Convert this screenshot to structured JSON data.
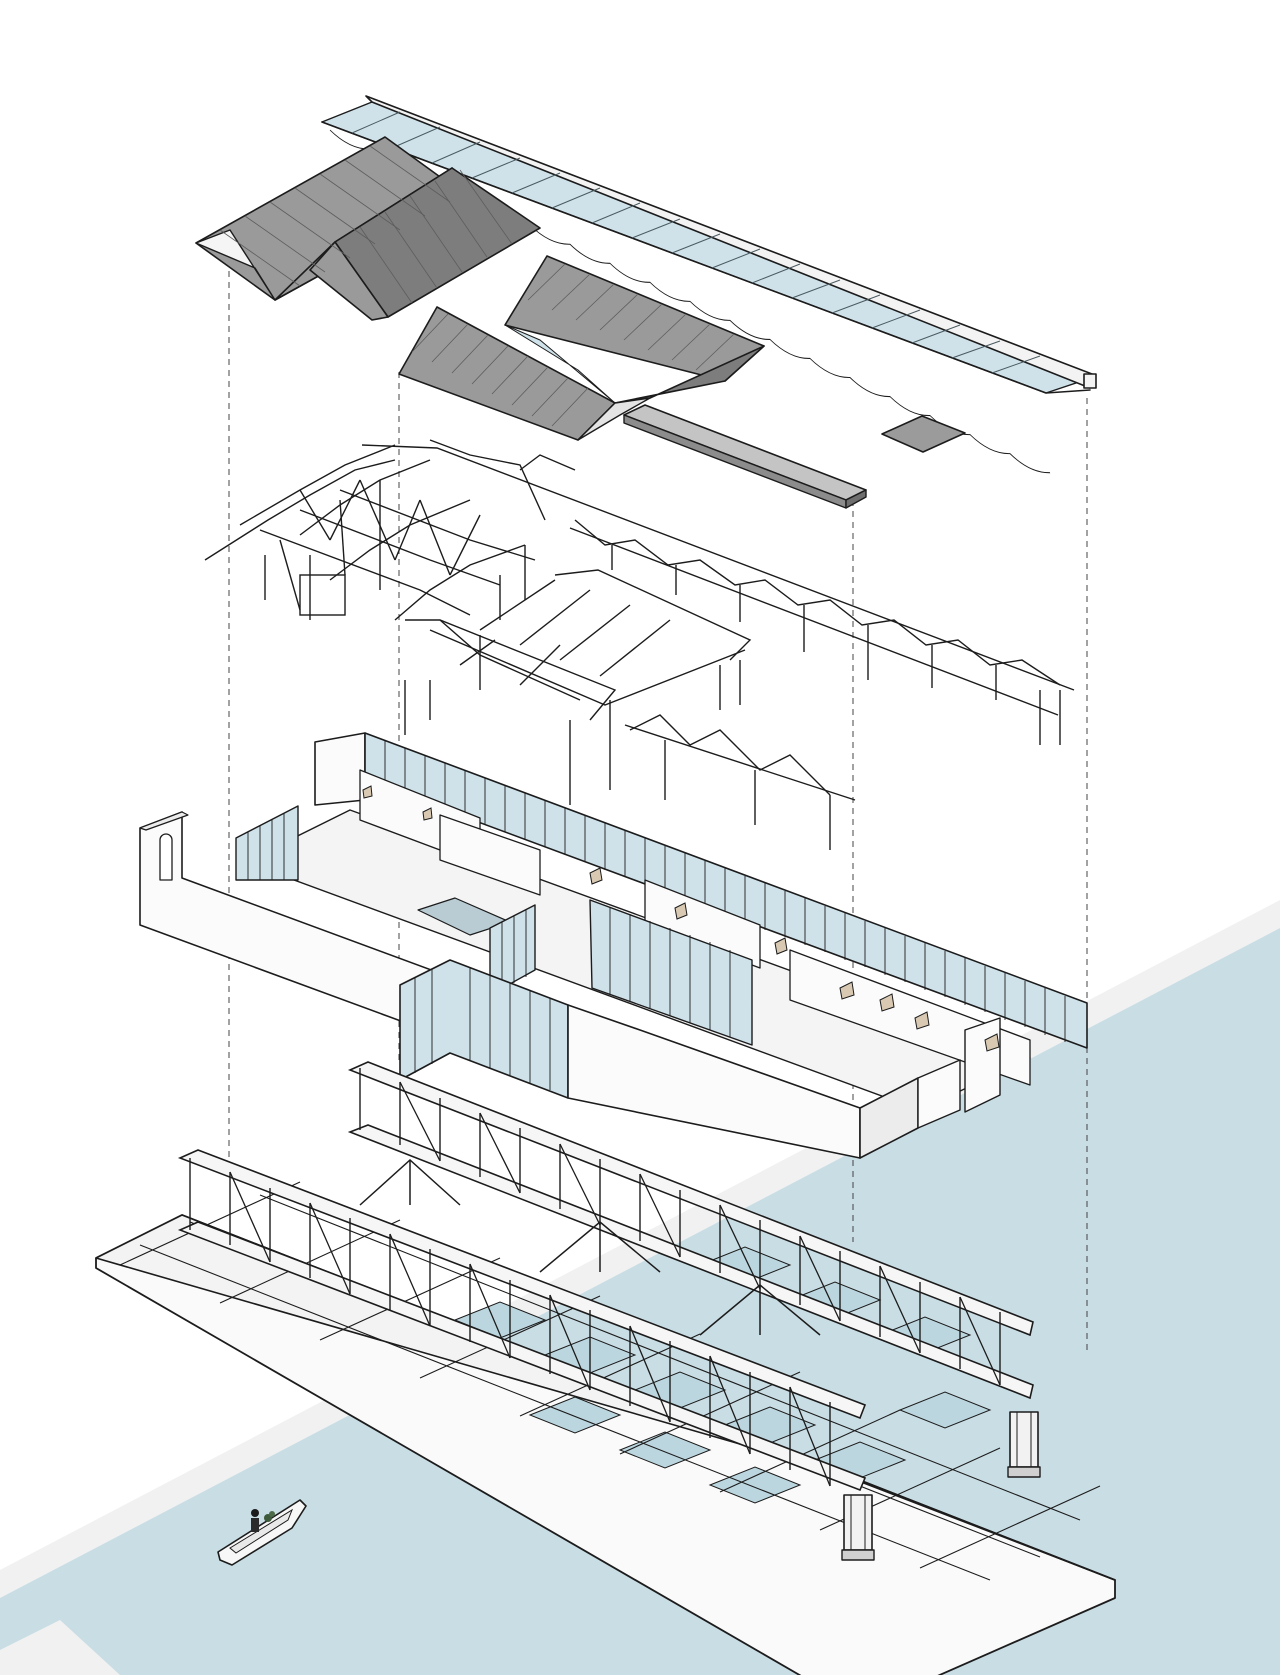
{
  "palette": {
    "background": "#ffffff",
    "water": "#c9dde4",
    "bank": "#f1f1f1",
    "glass": "#cfe2ea",
    "roof": "#9a9a9a",
    "roof_dark": "#7d7d7d",
    "wall": "#f7f7f7",
    "wall_shade": "#e8e8e8",
    "ink": "#1c1c1c",
    "deck_panel": "#bcd6df"
  },
  "layers": [
    {
      "id": "roof",
      "name": "roof-layer"
    },
    {
      "id": "roof-structure",
      "name": "roof-structure-layer"
    },
    {
      "id": "walls",
      "name": "walls-layer"
    },
    {
      "id": "platform",
      "name": "platform-layer"
    },
    {
      "id": "river",
      "name": "river-layer"
    }
  ]
}
